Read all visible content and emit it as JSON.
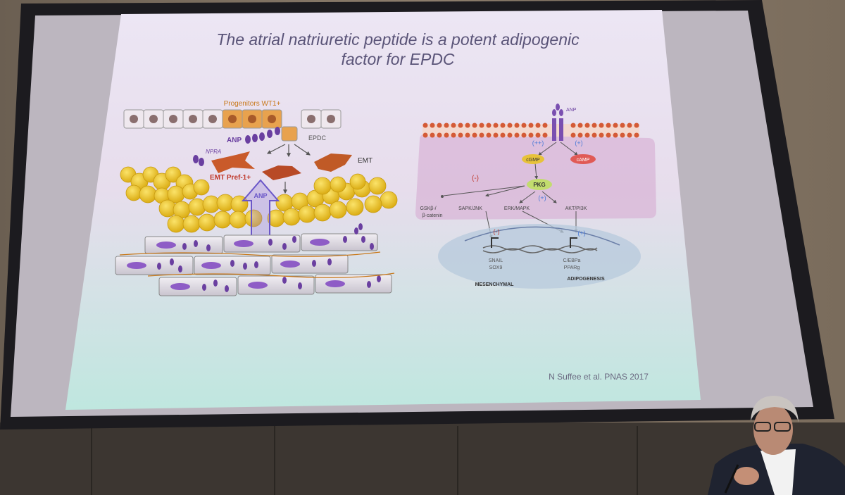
{
  "slide": {
    "title_line1": "The atrial natriuretic peptide is a potent adipogenic",
    "title_line2": "factor for EPDC",
    "citation": "N Suffee et al. PNAS 2017"
  },
  "left_figure": {
    "progenitors": "Progenitors WT1+",
    "anp": "ANP",
    "epdc": "EPDC",
    "npra": "NPRA",
    "emt": "EMT",
    "emt_pref": "EMT Pref-1+",
    "anp_arrow": "ANP"
  },
  "right_figure": {
    "anp": "ANP",
    "plus_plus": "(++)",
    "plus_camp": "(+)",
    "cgmp": "cGMP",
    "camp": "cAMP",
    "minus_pkg": "(-)",
    "pkg": "PKG",
    "plus_pkg": "(+)",
    "gsk_line1": "GSKβ-/",
    "gsk_line2": "β-catenin",
    "sapk": "SAPK/JNK",
    "erk": "ERK/MAPK",
    "akt": "AKT/PI3K",
    "minus_dna": "(-)",
    "plus_dna": "(+)",
    "snail": "SNAIL",
    "sox9": "SOX9",
    "cebpa": "C/EBPa",
    "pparg": "PPARg",
    "mesenchymal": "MESENCHYMAL",
    "adipogenesis": "ADIPOGENESIS"
  },
  "colors": {
    "purple": "#6a3fa0",
    "orange": "#c8781a",
    "red": "#c0392b",
    "fat": "#e8c21e",
    "text": "#55506a"
  }
}
